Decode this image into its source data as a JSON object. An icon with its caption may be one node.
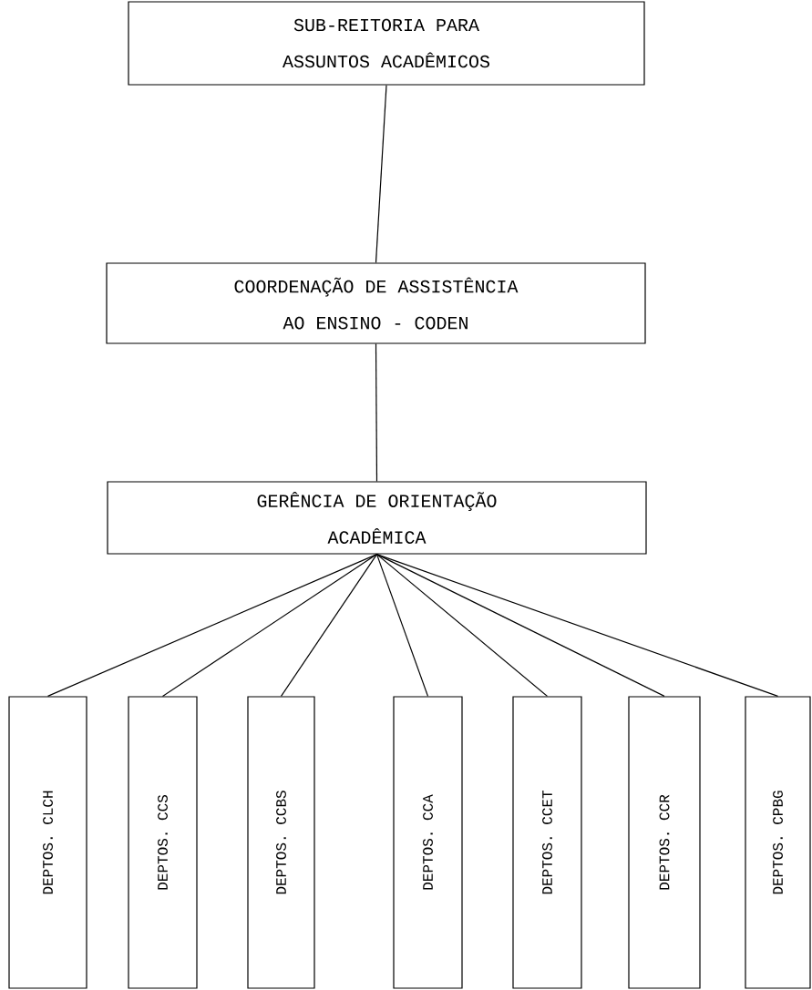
{
  "diagram": {
    "nodes": [
      {
        "text": [
          "SUB-REITORIA PARA ASSUNTOS ACADÊMICOS"
        ]
      },
      {
        "text": [
          "COORDENAÇÃO DE ASSISTÊNCIA AO ENSINO - CODEN"
        ]
      },
      {
        "text": [
          "GERÊNCIA DE ORIENTAÇÃO ACADÊMICA"
        ]
      },
      {
        "text": [
          "DEPTOS. CLCH"
        ]
      },
      {
        "text": [
          "DEPTOS. CCS"
        ]
      },
      {
        "text": [
          "DEPTOS. CCBS"
        ]
      },
      {
        "text": [
          "DEPTOS. CCA"
        ]
      },
      {
        "text": [
          "DEPTOS. CCET"
        ]
      },
      {
        "text": [
          "DEPTOS. CCR"
        ]
      },
      {
        "text": [
          "DEPTOS. CPBG"
        ]
      }
    ],
    "edges": [
      {
        "from": 0,
        "to": 1,
        "arrow": "none"
      },
      {
        "from": 1,
        "to": 2,
        "arrow": "none"
      },
      {
        "from": 2,
        "to": 3,
        "arrow": "none"
      },
      {
        "from": 2,
        "to": 4,
        "arrow": "none"
      },
      {
        "from": 2,
        "to": 5,
        "arrow": "none"
      },
      {
        "from": 2,
        "to": 6,
        "arrow": "none"
      },
      {
        "from": 2,
        "to": 7,
        "arrow": "none"
      },
      {
        "from": 2,
        "to": 8,
        "arrow": "none"
      },
      {
        "from": 2,
        "to": 9,
        "arrow": "none"
      }
    ]
  }
}
